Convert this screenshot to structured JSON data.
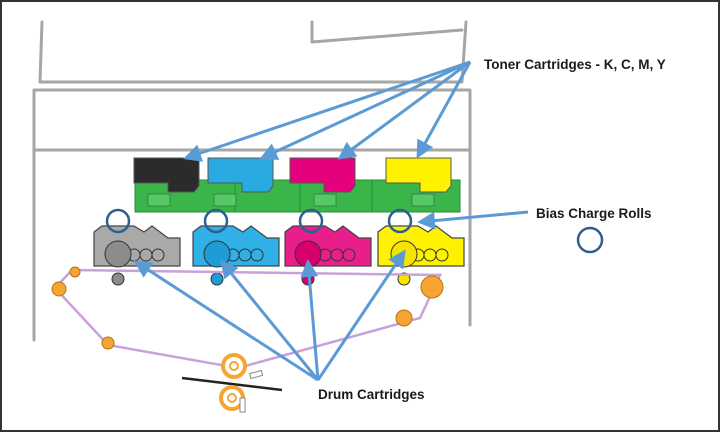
{
  "labels": {
    "toner": "Toner Cartridges  - K, C, M, Y",
    "bias": "Bias Charge Rolls",
    "drum": "Drum Cartridges"
  },
  "units": [
    {
      "key": "k",
      "toner_color": "#2b2b2b",
      "drum_color": "#8c8c8c",
      "body_color": "#a9a9a9"
    },
    {
      "key": "c",
      "toner_color": "#29abe2",
      "drum_color": "#1f9bd6",
      "body_color": "#2fb0e6"
    },
    {
      "key": "m",
      "toner_color": "#e5007e",
      "drum_color": "#d6006f",
      "body_color": "#e81f8a"
    },
    {
      "key": "y",
      "toner_color": "#fff200",
      "drum_color": "#f5e400",
      "body_color": "#fff200"
    }
  ],
  "colors": {
    "outline": "#a6a6a6",
    "developer_green": "#3ab54a",
    "arrow": "#5b9bd5",
    "bcr_ring": "#2e5f8f",
    "belt": "#c9a0dc",
    "roller": "#f7a532"
  }
}
